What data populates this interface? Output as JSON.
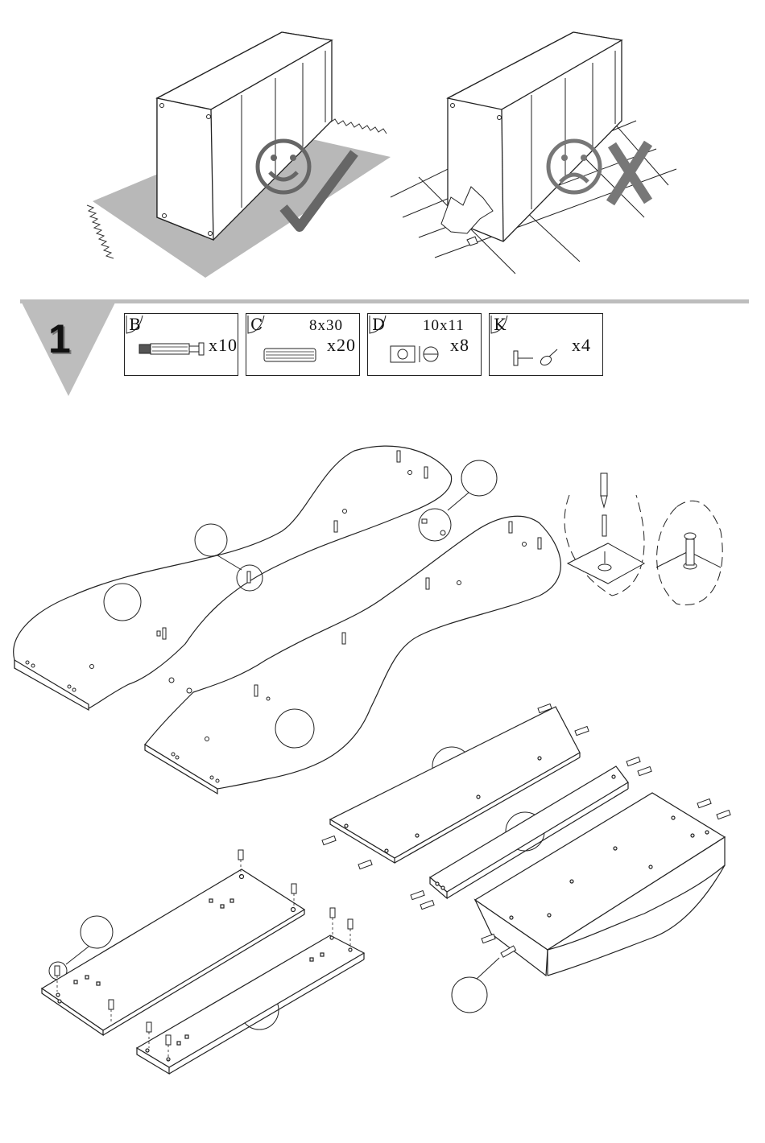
{
  "step": {
    "number": "1"
  },
  "parts": [
    {
      "letter": "B",
      "size": "",
      "quantity": "x10",
      "icon": "cam-bolt-icon"
    },
    {
      "letter": "C",
      "size": "8x30",
      "quantity": "x20",
      "icon": "wooden-dowel-icon"
    },
    {
      "letter": "D",
      "size": "10x11",
      "quantity": "x8",
      "icon": "cam-lock-icon"
    },
    {
      "letter": "K",
      "size": "",
      "quantity": "x4",
      "icon": "nail-glide-icon"
    }
  ],
  "colors": {
    "line": "#222222",
    "shade": "#b8b8b8",
    "divider": "#bdbdbd",
    "good": "#666666",
    "bad": "#777777"
  }
}
